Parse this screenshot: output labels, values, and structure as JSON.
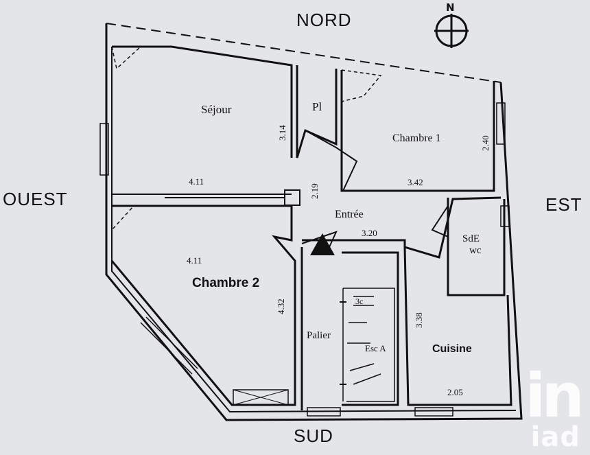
{
  "compass": {
    "north": "NORD",
    "south": "SUD",
    "east": "EST",
    "west": "OUEST",
    "rose_letter": "N"
  },
  "rooms": {
    "sejour": "Séjour",
    "placard": "Pl",
    "chambre1": "Chambre 1",
    "entree": "Entrée",
    "sde": "SdE",
    "wc": "wc",
    "chambre2": "Chambre 2",
    "palier": "Palier",
    "escalier": "Esc A",
    "marche": "3c",
    "cuisine": "Cuisine"
  },
  "dimensions": {
    "sejour_width": "4.11",
    "sejour_depth": "3.14",
    "chambre1_width": "3.42",
    "chambre1_depth": "2.40",
    "entree_depth": "2.19",
    "entree_width": "3.20",
    "chambre2_width": "4.11",
    "chambre2_depth": "4.32",
    "cuisine_depth": "3.38",
    "cuisine_width": "2.05"
  },
  "watermark": {
    "logo_top": "in",
    "logo_bottom": "iad"
  }
}
